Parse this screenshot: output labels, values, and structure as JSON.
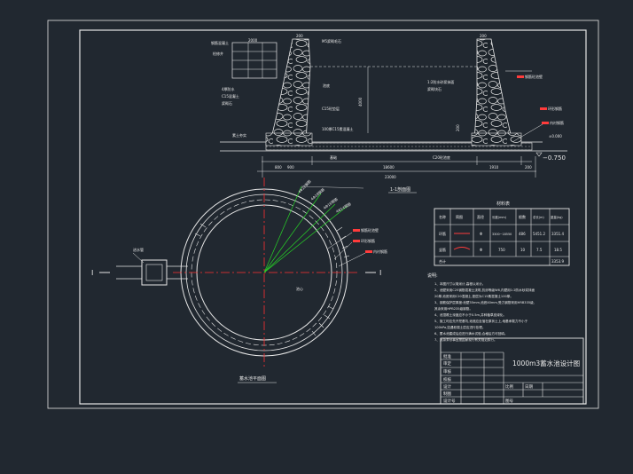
{
  "drawing": {
    "section_title": "1-1剖面图",
    "plan_title": "蓄水池平面图",
    "markers": {
      "section_left": "I",
      "section_right": "I"
    }
  },
  "section_view": {
    "top_dims": [
      "2000",
      "200",
      "200"
    ],
    "left_labels": [
      "钢筋混凝土",
      "检修井",
      "4厚防水",
      "C15混凝土",
      "浆砌石",
      "素土夯实"
    ],
    "wall_labels": [
      "M5浆砌毛石",
      "C15砼垫层",
      "100厚C15素混凝土"
    ],
    "right_labels": [
      "1:2防水砂浆抹面",
      "浆砌块石",
      "C20砼池底"
    ],
    "red_callouts": [
      "钢筋砼池壁",
      "环形钢筋",
      "内衬钢筋"
    ],
    "small_labels": [
      "池底",
      "基础"
    ],
    "heights": [
      "4000",
      "200",
      "±0.000"
    ],
    "bottom_dims": [
      "800",
      "900",
      "18600",
      "1910",
      "200"
    ],
    "total_dim": "23000",
    "elevation": "−0.750"
  },
  "plan_view": {
    "rebar_labels": [
      "4Φ22钢筋",
      "4Φ18钢筋",
      "4Φ16钢筋",
      "4Φ14钢筋"
    ],
    "red_callouts": [
      "钢筋砼池壁",
      "环形钢筋",
      "内衬钢筋"
    ],
    "inlet_label": "进水管",
    "center_label": "池心"
  },
  "material_table": {
    "title": "材料表",
    "headers": [
      "名称",
      "简图",
      "直径",
      "长度(mm)",
      "根数",
      "总长(m)",
      "重量(kg)"
    ],
    "rows": [
      [
        "环筋",
        "",
        "Φ",
        "3300~18550",
        "486",
        "5451.2",
        "3351.4"
      ],
      [
        "竖筋",
        "",
        "Φ",
        "750",
        "10",
        "7.5",
        "18.5"
      ],
      [
        "合计",
        "",
        "",
        "",
        "",
        "",
        "3353.9"
      ]
    ]
  },
  "notes": {
    "heading": "说明:",
    "lines": [
      "1、本图尺寸以毫米计,高程以米计。",
      "2、池壁采用C25钢筋混凝土浇筑,抗渗等级W6,内壁用1:2防水砂浆抹面",
      "   20厚,池底采用C20混凝土,垫层为C15素混凝土100厚。",
      "3、钢筋保护层厚度:池壁35mm,池底40mm,受力钢筋采用HRB335级,",
      "   其余采用HPB235级钢筋。",
      "4、池顶覆土深度应不小于0.5m,并种植草皮绿化。",
      "5、施工时应先开挖基坑,池底应坐落在原状土上,地基承载力不小于",
      "   100kPa,如遇软弱土层应进行处理。",
      "6、蓄水池建成后应进行满水试验,合格后方可回填。",
      "7、其余未尽事宜按国家现行有关规范执行。"
    ]
  },
  "title_block": {
    "drawing_name": "1000m3蓄水池设计图",
    "row_labels": [
      "批准",
      "审定",
      "审核",
      "校核",
      "设计",
      "制图",
      "设计号"
    ],
    "bottom_cells": [
      "比例",
      "日期",
      "图号"
    ]
  }
}
